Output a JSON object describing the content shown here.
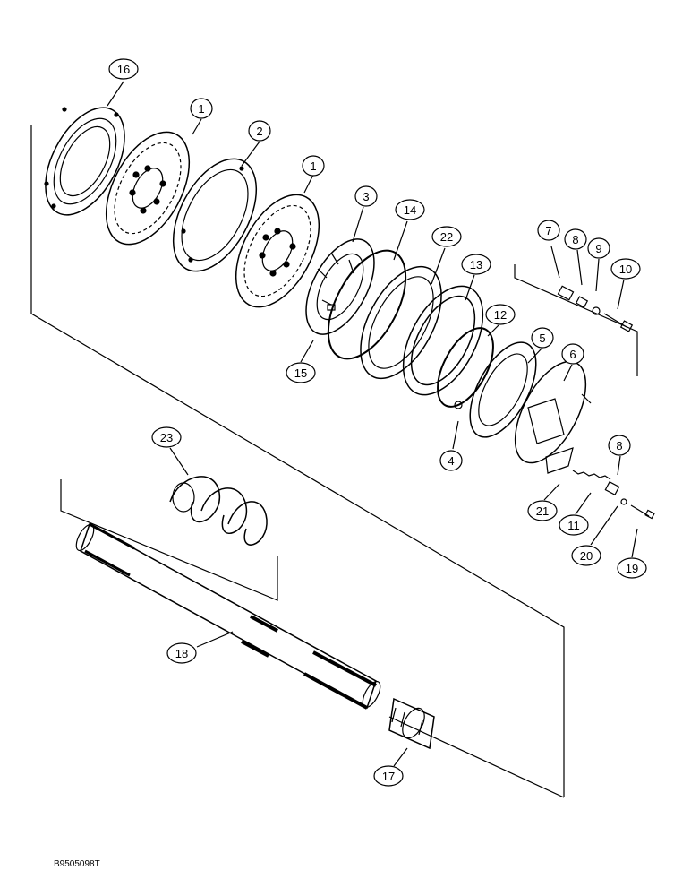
{
  "callouts": {
    "c16": "16",
    "c1a": "1",
    "c2": "2",
    "c1b": "1",
    "c3": "3",
    "c14": "14",
    "c22": "22",
    "c13": "13",
    "c12": "12",
    "c7": "7",
    "c8a": "8",
    "c9": "9",
    "c10": "10",
    "c5": "5",
    "c6": "6",
    "c15": "15",
    "c4": "4",
    "c8b": "8",
    "c21": "21",
    "c11": "11",
    "c20": "20",
    "c19": "19",
    "c23": "23",
    "c18": "18",
    "c17": "17"
  },
  "document_id": "B9505098T"
}
